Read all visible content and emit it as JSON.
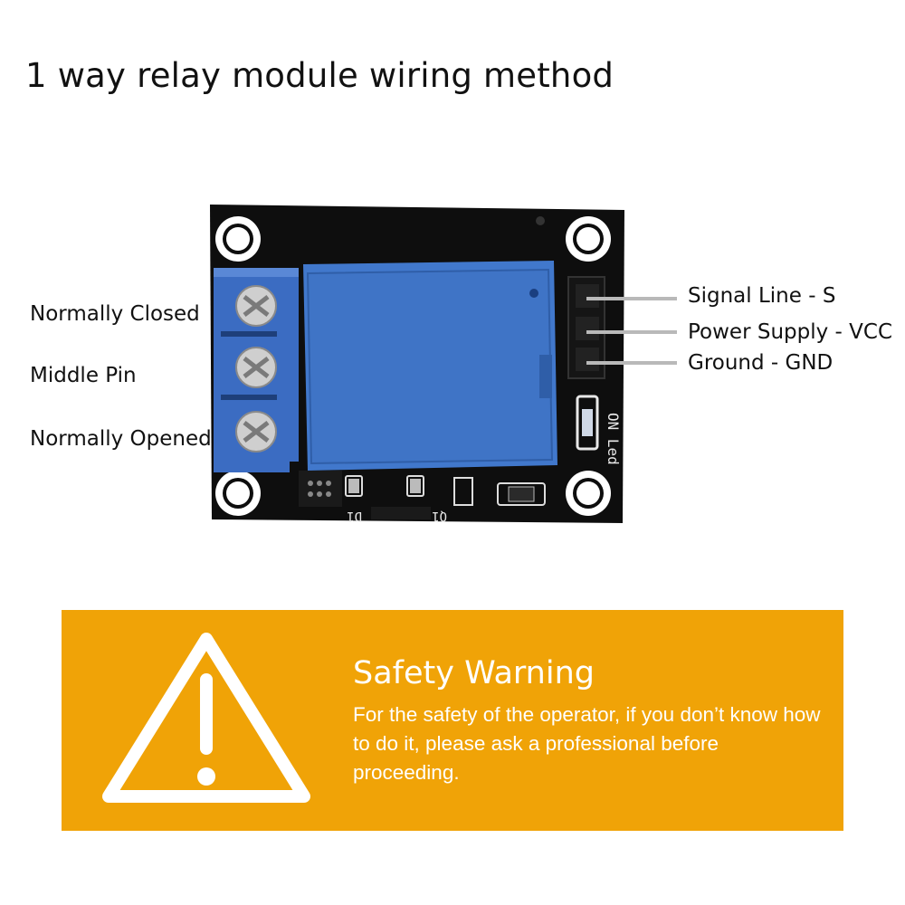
{
  "title": "1 way relay module wiring method",
  "labels": {
    "normally_closed": "Normally Closed",
    "middle_pin": "Middle Pin",
    "normally_opened": "Normally Opened",
    "signal_line": "Signal Line - S",
    "power_supply": "Power Supply - VCC",
    "ground": "Ground - GND"
  },
  "board": {
    "led_label": "ON Led",
    "d1_label": "D1",
    "q1_label": "Q1"
  },
  "warning": {
    "title": "Safety Warning",
    "text": "For the safety of the operator, if you don’t know how to do it, please ask a professional before proceeding.",
    "icon": "warning-triangle-icon"
  },
  "colors": {
    "pcb": "#0d0d0d",
    "relay_blue": "#3f74c6",
    "terminal_blue": "#3b6cc2",
    "warning_bg": "#f0a307"
  }
}
